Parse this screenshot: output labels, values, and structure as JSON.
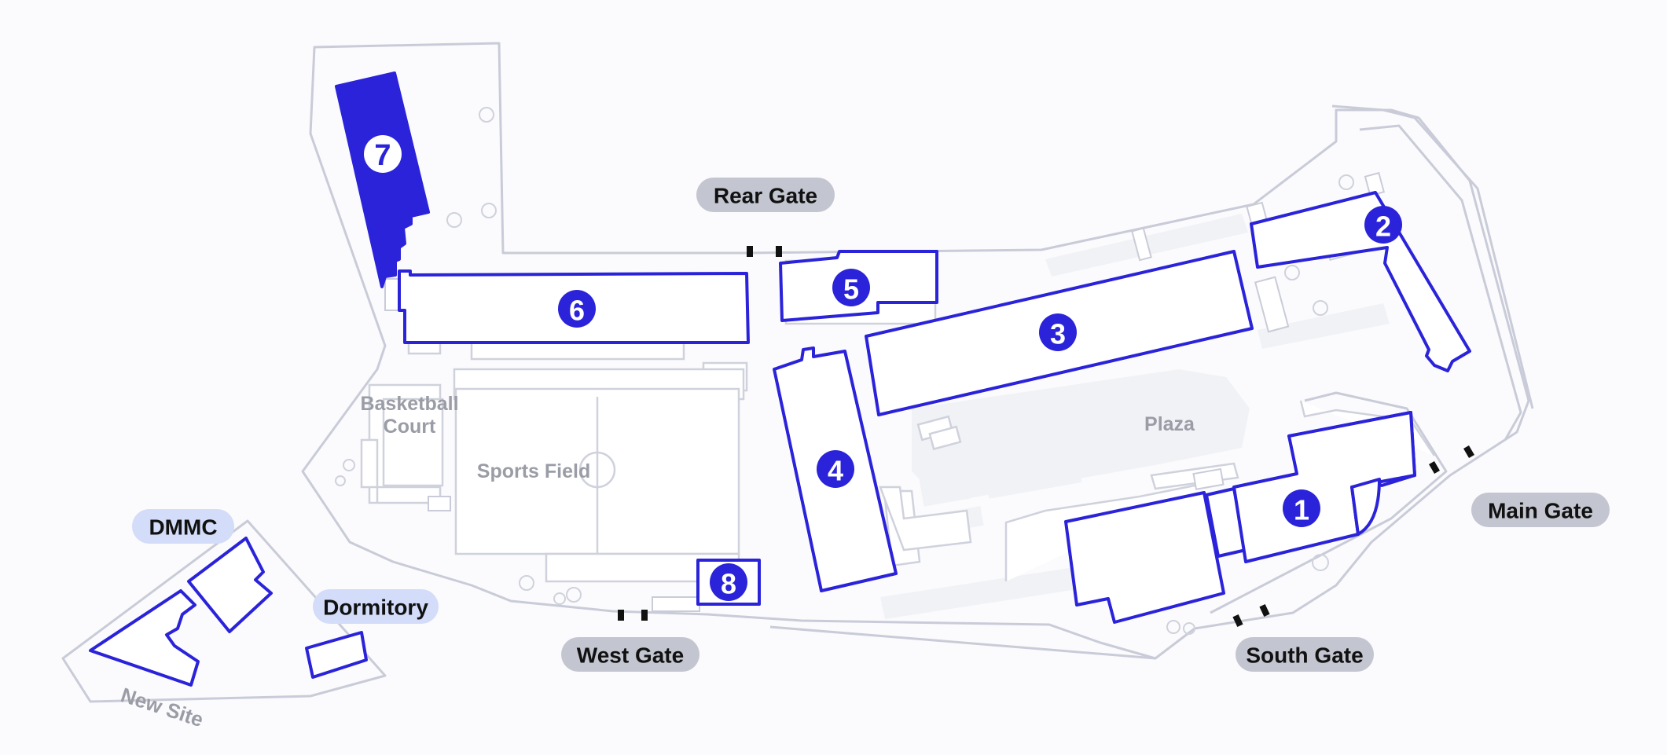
{
  "map": {
    "buildings": [
      {
        "number": "1"
      },
      {
        "number": "2"
      },
      {
        "number": "3"
      },
      {
        "number": "4"
      },
      {
        "number": "5"
      },
      {
        "number": "6"
      },
      {
        "number": "7",
        "highlighted": true
      },
      {
        "number": "8"
      }
    ],
    "areas": {
      "plaza": "Plaza",
      "sports_field": "Sports Field",
      "basketball_line1": "Basketball",
      "basketball_line2": "Court",
      "new_site": "New Site"
    },
    "gates": {
      "rear": "Rear Gate",
      "main": "Main Gate",
      "south": "South Gate",
      "west": "West Gate"
    },
    "places": {
      "dmmc": "DMMC",
      "dormitory": "Dormitory"
    },
    "colors": {
      "accent": "#2a23d9",
      "outline": "#c9ccd8",
      "gate_pill": "#c3c6d0",
      "place_pill": "#d3dcf8"
    }
  }
}
